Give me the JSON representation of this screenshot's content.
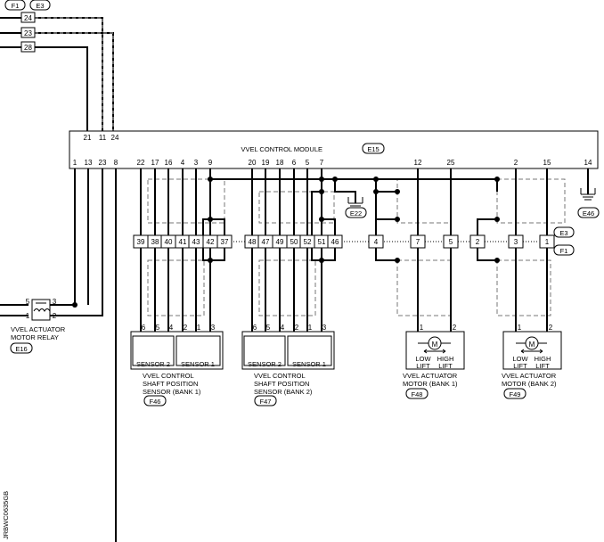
{
  "connectors": {
    "f1": "F1",
    "e3": "E3",
    "e15": "E15",
    "e22": "E22",
    "e46": "E46",
    "e16": "E16",
    "f46": "F46",
    "f47": "F47",
    "f48": "F48",
    "f49": "F49"
  },
  "top_harness": {
    "pins": [
      "24",
      "23",
      "28"
    ]
  },
  "ecm": {
    "title": "VVEL CONTROL MODULE",
    "top_pins": [
      "21",
      "11",
      "24"
    ],
    "bottom_pins": [
      "1",
      "13",
      "23",
      "8",
      "22",
      "17",
      "16",
      "4",
      "3",
      "9",
      "20",
      "19",
      "18",
      "6",
      "5",
      "7",
      "12",
      "25",
      "2",
      "15",
      "14"
    ]
  },
  "joint_connector": {
    "pins_bank1": [
      "39",
      "38",
      "40",
      "41",
      "43",
      "42",
      "37"
    ],
    "pins_bank2": [
      "48",
      "47",
      "49",
      "50",
      "52",
      "51",
      "46"
    ],
    "pins_motors": [
      "4",
      "7",
      "5",
      "2",
      "3",
      "1"
    ]
  },
  "sensor_bank1": {
    "pins": [
      "6",
      "5",
      "4",
      "2",
      "1",
      "3"
    ],
    "sensor2": "SENSOR 2",
    "sensor1": "SENSOR 1",
    "label": [
      "VVEL CONTROL",
      "SHAFT POSITION",
      "SENSOR (BANK 1)"
    ]
  },
  "sensor_bank2": {
    "pins": [
      "6",
      "5",
      "4",
      "2",
      "1",
      "3"
    ],
    "sensor2": "SENSOR 2",
    "sensor1": "SENSOR 1",
    "label": [
      "VVEL CONTROL",
      "SHAFT POSITION",
      "SENSOR (BANK 2)"
    ]
  },
  "motor_bank1": {
    "pins": [
      "1",
      "2"
    ],
    "symbol": "M",
    "low": [
      "LOW",
      "LIFT"
    ],
    "high": [
      "HIGH",
      "LIFT"
    ],
    "label": [
      "VVEL ACTUATOR",
      "MOTOR (BANK 1)"
    ]
  },
  "motor_bank2": {
    "pins": [
      "1",
      "2"
    ],
    "symbol": "M",
    "low": [
      "LOW",
      "LIFT"
    ],
    "high": [
      "HIGH",
      "LIFT"
    ],
    "label": [
      "VVEL ACTUATOR",
      "MOTOR (BANK 2)"
    ]
  },
  "relay": {
    "pins": [
      "5",
      "3",
      "1",
      "2"
    ],
    "label": [
      "VVEL ACTUATOR",
      "MOTOR RELAY"
    ]
  },
  "diagram_code": "JRBWC0635GB"
}
